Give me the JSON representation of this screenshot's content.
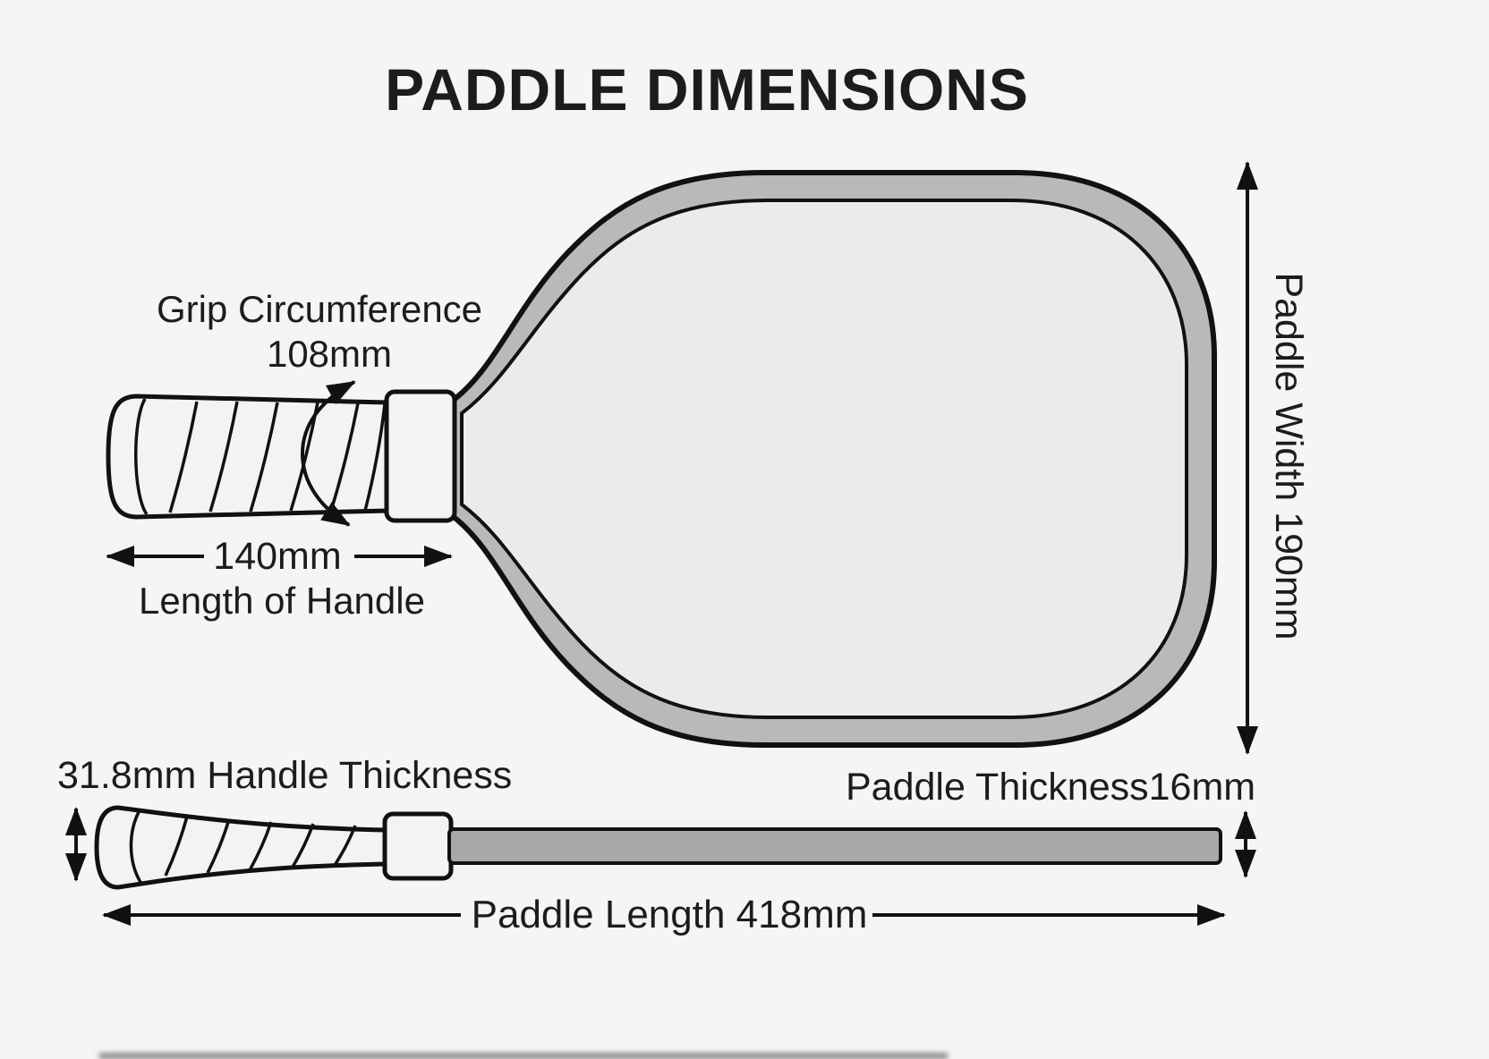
{
  "title": "PADDLE DIMENSIONS",
  "dimensions": {
    "grip_circumference_label": "Grip Circumference",
    "grip_circumference_value": "108mm",
    "handle_length_value": "140mm",
    "handle_length_caption": "Length of Handle",
    "paddle_width_label": "Paddle Width 190mm",
    "handle_thickness_label": "31.8mm Handle Thickness",
    "paddle_thickness_label": "Paddle Thickness16mm",
    "paddle_length_label": "Paddle Length 418mm"
  },
  "colors": {
    "background": "#f5f5f3",
    "outline": "#111111",
    "paddle_rim": "#b9b9b9",
    "paddle_face": "#ebebeb",
    "handle_fill": "#f3f3f3",
    "blade_side_fill": "#a8a8a8",
    "text": "#1c1c1c"
  }
}
